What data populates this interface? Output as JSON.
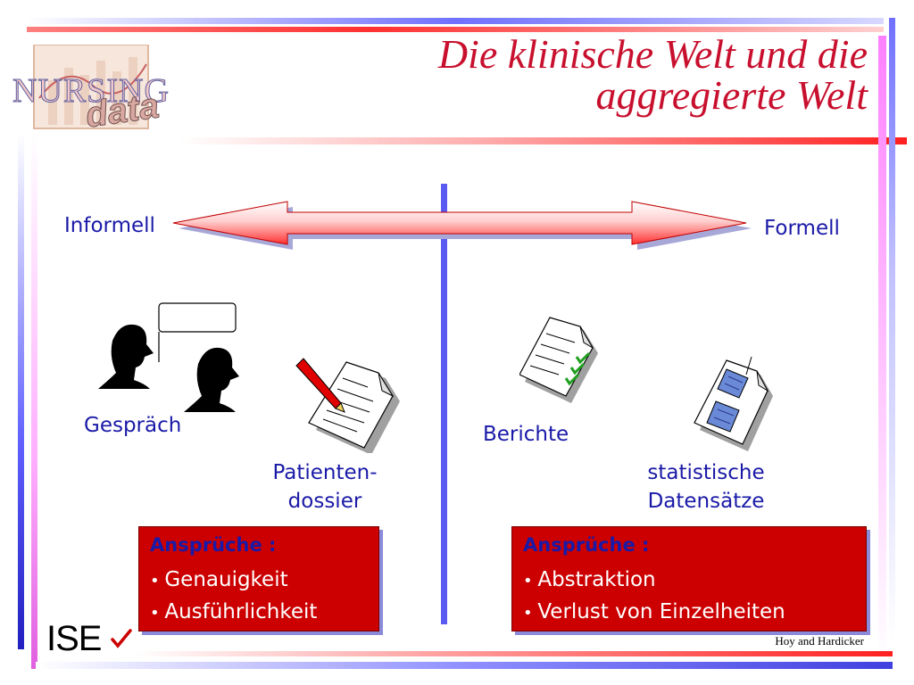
{
  "logo": {
    "line1": "NURSING",
    "line2": "data"
  },
  "title": {
    "line1": "Die klinische Welt und die",
    "line2": "aggregierte Welt"
  },
  "axis": {
    "left": "Informell",
    "right": "Formell"
  },
  "items": {
    "gespraech": "Gespräch",
    "patienten_line1": "Patienten-",
    "patienten_line2": "dossier",
    "berichte": "Berichte",
    "statistik_line1": "statistische",
    "statistik_line2": "Datensätze"
  },
  "left_box": {
    "heading": "Ansprüche :",
    "items": [
      "Genauigkeit",
      "Ausführlichkeit"
    ]
  },
  "right_box": {
    "heading": "Ansprüche :",
    "items": [
      "Abstraktion",
      "Verlust von Einzelheiten"
    ]
  },
  "footer": {
    "brand": "ISE",
    "credit": "Hoy and Hardicker"
  },
  "colors": {
    "title_red": "#c8102e",
    "box_red": "#cc0000",
    "label_blue": "#1a1aa8",
    "divider_blue": "#5a5af0"
  }
}
